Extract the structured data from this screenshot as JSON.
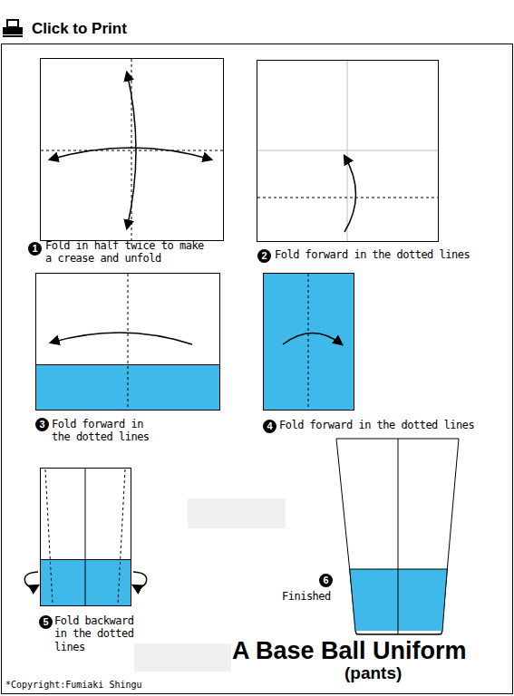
{
  "diagram": {
    "title": "A Base Ball Uniform",
    "labels": [
      "Click to Print",
      "1",
      "Fold in half twice to make a crease and unfold",
      "2",
      "Fold forward in the dotted lines",
      "3",
      "Fold forward in the dotted lines",
      "4",
      "Fold forward in the dotted lines",
      "5",
      "Fold backward in the dotted lines",
      "6",
      "Finished",
      "(pants)",
      "*Copyright:Fumiaki Shingu"
    ]
  }
}
